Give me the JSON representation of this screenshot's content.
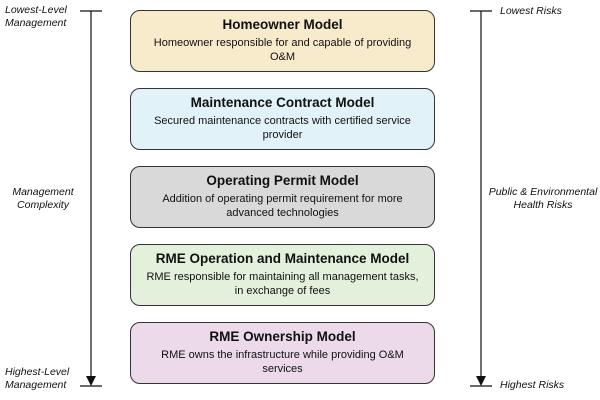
{
  "left_axis": {
    "top_label": "Lowest-Level Management",
    "middle_label": "Management Complexity",
    "bottom_label": "Highest-Level Management"
  },
  "right_axis": {
    "top_label": "Lowest Risks",
    "middle_label": "Public & Environmental Health Risks",
    "bottom_label": "Highest Risks"
  },
  "models": [
    {
      "title": "Homeowner Model",
      "description": "Homeowner responsible for and capable of providing O&M",
      "color": "#f7ebcb"
    },
    {
      "title": "Maintenance Contract Model",
      "description": "Secured maintenance contracts with certified service provider",
      "color": "#e1f2f8"
    },
    {
      "title": "Operating Permit Model",
      "description": "Addition of operating permit requirement for more advanced technologies",
      "color": "#d9d9d9"
    },
    {
      "title": "RME Operation and Maintenance Model",
      "description": "RME responsible for maintaining all management tasks, in exchange of fees",
      "color": "#e3f0dc"
    },
    {
      "title": "RME Ownership Model",
      "description": "RME owns the infrastructure while providing O&M services",
      "color": "#ecd9ea"
    }
  ]
}
